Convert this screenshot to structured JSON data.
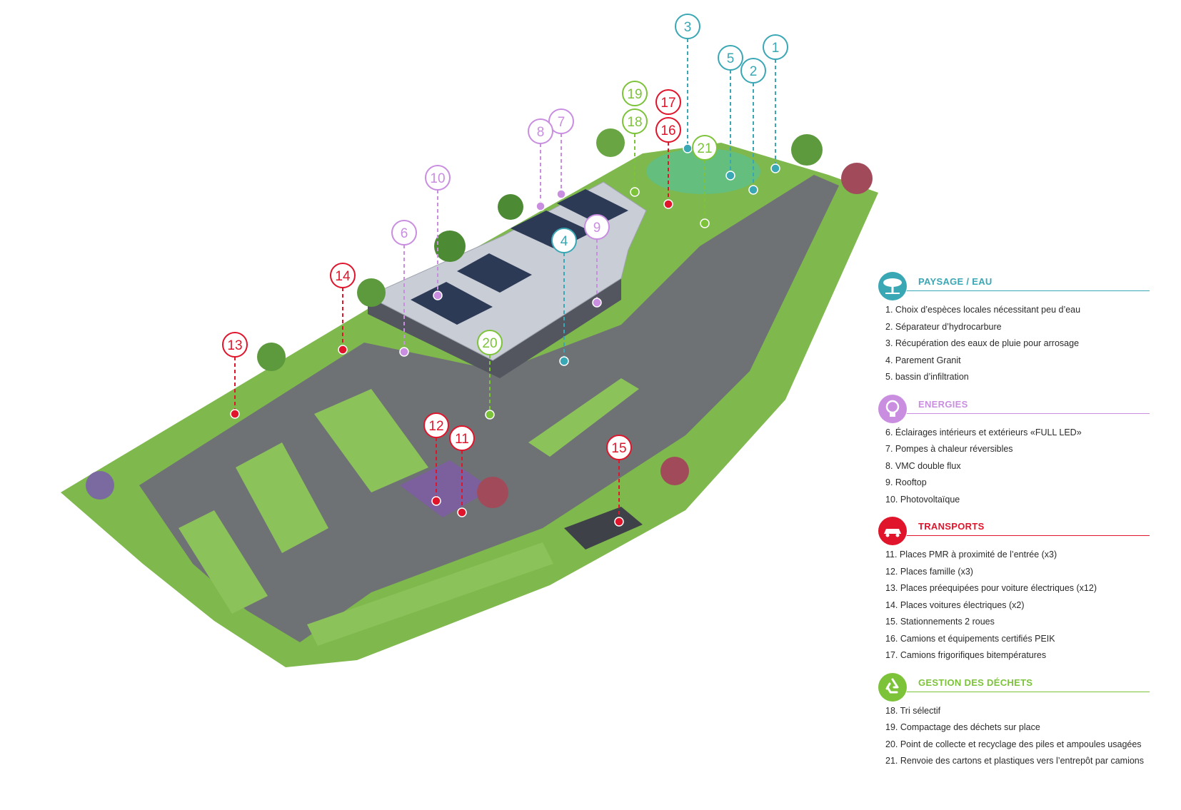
{
  "colors": {
    "paysage": "#3aa7b5",
    "energies": "#c98ee0",
    "transports": "#e0142b",
    "dechets": "#7cc33a",
    "asphalt": "#6f7275",
    "grass": "#79b54a",
    "roof": "#c9cdd6"
  },
  "legend": [
    {
      "title": "PAYSAGE / EAU",
      "color_key": "paysage",
      "icon": "tree-icon",
      "items": [
        "1. Choix d’espèces locales nécessitant peu d’eau",
        "2. Séparateur d’hydrocarbure",
        "3. Récupération des eaux de pluie pour arrosage",
        "4. Parement Granit",
        "5. bassin d’infiltration"
      ]
    },
    {
      "title": "ENERGIES",
      "color_key": "energies",
      "icon": "lightbulb-icon",
      "items": [
        "6. Éclairages intérieurs et extérieurs «FULL LED»",
        "7. Pompes à chaleur réversibles",
        "8.  VMC double flux",
        "9. Rooftop",
        "10. Photovoltaïque"
      ]
    },
    {
      "title": "TRANSPORTS",
      "color_key": "transports",
      "icon": "car-icon",
      "items": [
        "11. Places PMR à proximité de l’entrée (x3)",
        "12. Places famille (x3)",
        "13. Places préequipées pour voiture électriques (x12)",
        "14. Places voitures électriques (x2)",
        "15. Stationnements 2 roues",
        "16. Camions et équipements certifiés PEIK",
        "17. Camions frigorifiques bitempératures"
      ]
    },
    {
      "title": "GESTION DES DÉCHETS",
      "color_key": "dechets",
      "icon": "recycle-icon",
      "items": [
        "18. Tri sélectif",
        "19. Compactage des déchets sur place",
        "20. Point de collecte et recyclage des piles et ampoules usagées",
        "21. Renvoie des cartons et plastiques vers l’entrepôt par camions"
      ]
    }
  ],
  "markers": [
    {
      "label": "1",
      "color_key": "paysage"
    },
    {
      "label": "2",
      "color_key": "paysage"
    },
    {
      "label": "3",
      "color_key": "paysage"
    },
    {
      "label": "4",
      "color_key": "paysage"
    },
    {
      "label": "5",
      "color_key": "paysage"
    },
    {
      "label": "6",
      "color_key": "energies"
    },
    {
      "label": "7",
      "color_key": "energies"
    },
    {
      "label": "8",
      "color_key": "energies"
    },
    {
      "label": "9",
      "color_key": "energies"
    },
    {
      "label": "10",
      "color_key": "energies"
    },
    {
      "label": "11",
      "color_key": "transports"
    },
    {
      "label": "12",
      "color_key": "transports"
    },
    {
      "label": "13",
      "color_key": "transports"
    },
    {
      "label": "14",
      "color_key": "transports"
    },
    {
      "label": "15",
      "color_key": "transports"
    },
    {
      "label": "16",
      "color_key": "transports"
    },
    {
      "label": "17",
      "color_key": "transports"
    },
    {
      "label": "18",
      "color_key": "dechets"
    },
    {
      "label": "19",
      "color_key": "dechets"
    },
    {
      "label": "20",
      "color_key": "dechets"
    },
    {
      "label": "21",
      "color_key": "dechets"
    }
  ]
}
